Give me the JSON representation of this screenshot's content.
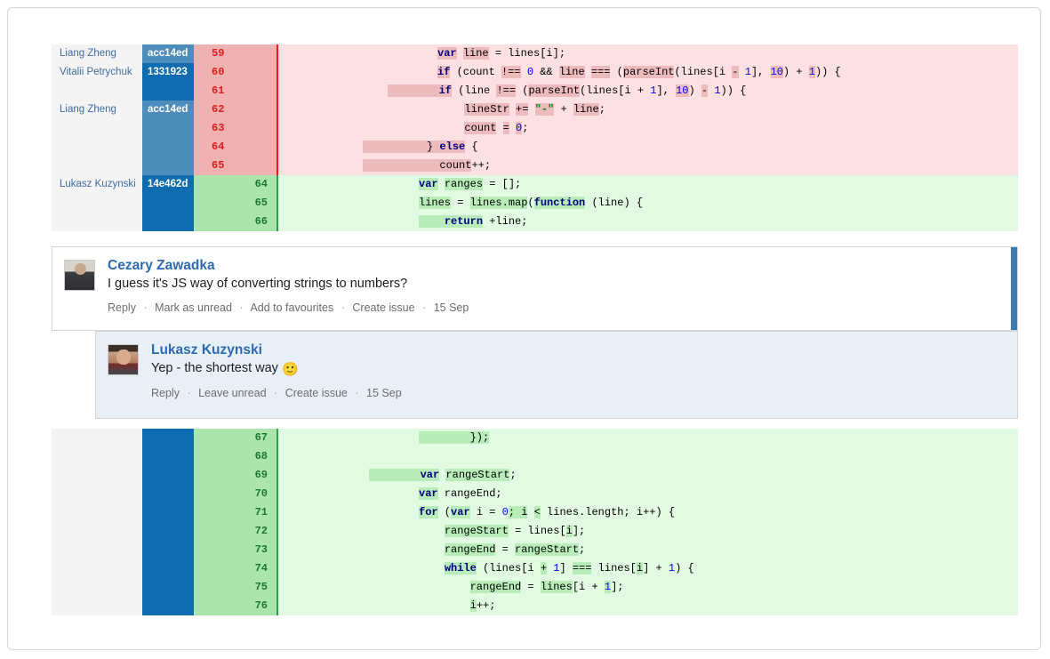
{
  "diff_top": {
    "rows": [
      {
        "author": "Liang Zheng",
        "hash": "acc14ed",
        "hash_shade": "light",
        "line": "59",
        "type": "del",
        "tokens": [
          {
            "t": "var",
            "c": "kw",
            "hl": true
          },
          {
            "t": " ",
            "c": "",
            "hl": false
          },
          {
            "t": "line",
            "c": "",
            "hl": true
          },
          {
            "t": " = lines[i];",
            "c": "",
            "hl": false
          }
        ],
        "indent": 25
      },
      {
        "author": "Vitalii Petrychuk",
        "hash": "1331923",
        "hash_shade": "dark",
        "line": "60",
        "type": "del",
        "tokens": [
          {
            "t": "if",
            "c": "kw",
            "hl": true
          },
          {
            "t": " (count ",
            "c": "",
            "hl": false
          },
          {
            "t": "!==",
            "c": "",
            "hl": true
          },
          {
            "t": " ",
            "c": "",
            "hl": false
          },
          {
            "t": "0",
            "c": "num",
            "hl": false
          },
          {
            "t": " && ",
            "c": "",
            "hl": false
          },
          {
            "t": "line",
            "c": "",
            "hl": true
          },
          {
            "t": " ",
            "c": "",
            "hl": false
          },
          {
            "t": "===",
            "c": "",
            "hl": true
          },
          {
            "t": " (",
            "c": "",
            "hl": false
          },
          {
            "t": "parseInt",
            "c": "",
            "hl": true
          },
          {
            "t": "(lines[i ",
            "c": "",
            "hl": false
          },
          {
            "t": "-",
            "c": "",
            "hl": true
          },
          {
            "t": " ",
            "c": "",
            "hl": false
          },
          {
            "t": "1",
            "c": "num",
            "hl": false
          },
          {
            "t": "], ",
            "c": "",
            "hl": false
          },
          {
            "t": "10",
            "c": "num",
            "hl": true
          },
          {
            "t": ") + ",
            "c": "",
            "hl": false
          },
          {
            "t": "1",
            "c": "num",
            "hl": true
          },
          {
            "t": ")) {",
            "c": "",
            "hl": false
          }
        ],
        "indent": 25
      },
      {
        "author": "",
        "hash": "",
        "hash_shade": "light",
        "line": "61",
        "type": "del",
        "tokens": [
          {
            "t": "        ",
            "c": "",
            "hl": true
          },
          {
            "t": "if",
            "c": "kw",
            "hl": true
          },
          {
            "t": " (line ",
            "c": "",
            "hl": false
          },
          {
            "t": "!==",
            "c": "",
            "hl": true
          },
          {
            "t": " (",
            "c": "",
            "hl": false
          },
          {
            "t": "parseInt",
            "c": "",
            "hl": true
          },
          {
            "t": "(lines[i + ",
            "c": "",
            "hl": false
          },
          {
            "t": "1",
            "c": "num",
            "hl": false
          },
          {
            "t": "], ",
            "c": "",
            "hl": false
          },
          {
            "t": "10",
            "c": "num",
            "hl": true
          },
          {
            "t": ") ",
            "c": "",
            "hl": false
          },
          {
            "t": "-",
            "c": "",
            "hl": true
          },
          {
            "t": " ",
            "c": "",
            "hl": false
          },
          {
            "t": "1",
            "c": "num",
            "hl": false
          },
          {
            "t": ")) {",
            "c": "",
            "hl": false
          }
        ],
        "indent": 17
      },
      {
        "author": "Liang Zheng",
        "hash": "acc14ed",
        "hash_shade": "light",
        "line": "62",
        "type": "del",
        "tokens": [
          {
            "t": "            ",
            "c": "",
            "hl": false
          },
          {
            "t": "lineStr",
            "c": "",
            "hl": true
          },
          {
            "t": " ",
            "c": "",
            "hl": false
          },
          {
            "t": "+=",
            "c": "",
            "hl": true
          },
          {
            "t": " ",
            "c": "",
            "hl": false
          },
          {
            "t": "\"-\"",
            "c": "str",
            "hl": true
          },
          {
            "t": " + ",
            "c": "",
            "hl": false
          },
          {
            "t": "line",
            "c": "",
            "hl": true
          },
          {
            "t": ";",
            "c": "",
            "hl": false
          }
        ],
        "indent": 17
      },
      {
        "author": "",
        "hash": "",
        "hash_shade": "light",
        "line": "63",
        "type": "del",
        "tokens": [
          {
            "t": "            ",
            "c": "",
            "hl": false
          },
          {
            "t": "count",
            "c": "",
            "hl": true
          },
          {
            "t": " ",
            "c": "",
            "hl": false
          },
          {
            "t": "=",
            "c": "",
            "hl": true
          },
          {
            "t": " ",
            "c": "",
            "hl": false
          },
          {
            "t": "0",
            "c": "num",
            "hl": true
          },
          {
            "t": ";",
            "c": "",
            "hl": false
          }
        ],
        "indent": 17
      },
      {
        "author": "",
        "hash": "",
        "hash_shade": "light",
        "line": "64",
        "type": "del",
        "tokens": [
          {
            "t": "          ",
            "c": "",
            "hl": true
          },
          {
            "t": "} ",
            "c": "",
            "hl": true
          },
          {
            "t": "else",
            "c": "kw",
            "hl": true
          },
          {
            "t": " {",
            "c": "",
            "hl": false
          }
        ],
        "indent": 13
      },
      {
        "author": "",
        "hash": "",
        "hash_shade": "light",
        "line": "65",
        "type": "del",
        "tokens": [
          {
            "t": "            ",
            "c": "",
            "hl": true
          },
          {
            "t": "count",
            "c": "",
            "hl": true
          },
          {
            "t": "++;",
            "c": "",
            "hl": false
          }
        ],
        "indent": 13
      },
      {
        "author": "Lukasz Kuzynski",
        "hash": "14e462d",
        "hash_shade": "dark",
        "line": "64",
        "type": "add",
        "tokens": [
          {
            "t": "var",
            "c": "kw",
            "hl": true
          },
          {
            "t": " ",
            "c": "",
            "hl": false
          },
          {
            "t": "ranges",
            "c": "",
            "hl": true
          },
          {
            "t": " = [];",
            "c": "",
            "hl": false
          }
        ],
        "indent": 22
      },
      {
        "author": "",
        "hash": "",
        "hash_shade": "dark",
        "line": "65",
        "type": "add",
        "tokens": [
          {
            "t": "lines",
            "c": "",
            "hl": true
          },
          {
            "t": " = ",
            "c": "",
            "hl": false
          },
          {
            "t": "lines.map",
            "c": "",
            "hl": true
          },
          {
            "t": "(",
            "c": "",
            "hl": false
          },
          {
            "t": "function",
            "c": "kw",
            "hl": true
          },
          {
            "t": " (line) {",
            "c": "",
            "hl": false
          }
        ],
        "indent": 22
      },
      {
        "author": "",
        "hash": "",
        "hash_shade": "dark",
        "line": "66",
        "type": "add",
        "tokens": [
          {
            "t": "    ",
            "c": "",
            "hl": true
          },
          {
            "t": "return",
            "c": "kw",
            "hl": true
          },
          {
            "t": " +line;",
            "c": "",
            "hl": false
          }
        ],
        "indent": 22
      }
    ]
  },
  "comments": [
    {
      "author": "Cezary Zawadka",
      "text": "I guess it's JS way of converting strings to numbers?",
      "emoji": "",
      "actions": [
        "Reply",
        "Mark as unread",
        "Add to favourites",
        "Create issue"
      ],
      "date": "15 Sep",
      "unread": true
    },
    {
      "author": "Lukasz Kuzynski",
      "text": "Yep - the shortest way ",
      "emoji": "🙂",
      "actions": [
        "Reply",
        "Leave unread",
        "Create issue"
      ],
      "date": "15 Sep",
      "unread": false
    }
  ],
  "diff_bottom": {
    "rows": [
      {
        "author": "",
        "hash": "",
        "line": "67",
        "type": "add",
        "tokens": [
          {
            "t": "        ",
            "c": "",
            "hl": true
          },
          {
            "t": "});",
            "c": "",
            "hl": true
          }
        ],
        "indent": 22
      },
      {
        "author": "",
        "hash": "",
        "line": "68",
        "type": "add",
        "tokens": [
          {
            "t": "",
            "c": "",
            "hl": false
          }
        ],
        "indent": 22
      },
      {
        "author": "",
        "hash": "",
        "line": "69",
        "type": "add",
        "tokens": [
          {
            "t": "        ",
            "c": "",
            "hl": true
          },
          {
            "t": "var",
            "c": "kw",
            "hl": true
          },
          {
            "t": " ",
            "c": "",
            "hl": false
          },
          {
            "t": "rangeStart",
            "c": "",
            "hl": true
          },
          {
            "t": ";",
            "c": "",
            "hl": false
          }
        ],
        "indent": 14
      },
      {
        "author": "",
        "hash": "",
        "line": "70",
        "type": "add",
        "tokens": [
          {
            "t": "var",
            "c": "kw",
            "hl": true
          },
          {
            "t": " rangeEnd;",
            "c": "",
            "hl": false
          }
        ],
        "indent": 22
      },
      {
        "author": "",
        "hash": "",
        "line": "71",
        "type": "add",
        "tokens": [
          {
            "t": "for",
            "c": "kw",
            "hl": true
          },
          {
            "t": " (",
            "c": "",
            "hl": false
          },
          {
            "t": "var",
            "c": "kw",
            "hl": true
          },
          {
            "t": " i = ",
            "c": "",
            "hl": false
          },
          {
            "t": "0",
            "c": "num",
            "hl": false
          },
          {
            "t": "; ",
            "c": "",
            "hl": true
          },
          {
            "t": "i",
            "c": "",
            "hl": true
          },
          {
            "t": " ",
            "c": "",
            "hl": false
          },
          {
            "t": "<",
            "c": "",
            "hl": true
          },
          {
            "t": " lines.length; i++) {",
            "c": "",
            "hl": false
          }
        ],
        "indent": 22
      },
      {
        "author": "",
        "hash": "",
        "line": "72",
        "type": "add",
        "tokens": [
          {
            "t": "    ",
            "c": "",
            "hl": false
          },
          {
            "t": "rangeStart",
            "c": "",
            "hl": true
          },
          {
            "t": " = lines[",
            "c": "",
            "hl": false
          },
          {
            "t": "i",
            "c": "",
            "hl": true
          },
          {
            "t": "];",
            "c": "",
            "hl": false
          }
        ],
        "indent": 22
      },
      {
        "author": "",
        "hash": "",
        "line": "73",
        "type": "add",
        "tokens": [
          {
            "t": "    ",
            "c": "",
            "hl": false
          },
          {
            "t": "rangeEnd",
            "c": "",
            "hl": true
          },
          {
            "t": " = ",
            "c": "",
            "hl": false
          },
          {
            "t": "rangeStart",
            "c": "",
            "hl": true
          },
          {
            "t": ";",
            "c": "",
            "hl": false
          }
        ],
        "indent": 22
      },
      {
        "author": "",
        "hash": "",
        "line": "74",
        "type": "add",
        "tokens": [
          {
            "t": "    ",
            "c": "",
            "hl": false
          },
          {
            "t": "while",
            "c": "kw",
            "hl": true
          },
          {
            "t": " (lines[i ",
            "c": "",
            "hl": false
          },
          {
            "t": "+",
            "c": "",
            "hl": true
          },
          {
            "t": " ",
            "c": "",
            "hl": false
          },
          {
            "t": "1",
            "c": "num",
            "hl": false
          },
          {
            "t": "] ",
            "c": "",
            "hl": false
          },
          {
            "t": "===",
            "c": "",
            "hl": true
          },
          {
            "t": " lines[",
            "c": "",
            "hl": false
          },
          {
            "t": "i",
            "c": "",
            "hl": true
          },
          {
            "t": "] + ",
            "c": "",
            "hl": false
          },
          {
            "t": "1",
            "c": "num",
            "hl": false
          },
          {
            "t": ") {",
            "c": "",
            "hl": false
          }
        ],
        "indent": 22
      },
      {
        "author": "",
        "hash": "",
        "line": "75",
        "type": "add",
        "tokens": [
          {
            "t": "        ",
            "c": "",
            "hl": false
          },
          {
            "t": "rangeEnd",
            "c": "",
            "hl": true
          },
          {
            "t": " = ",
            "c": "",
            "hl": false
          },
          {
            "t": "lines",
            "c": "",
            "hl": true
          },
          {
            "t": "[i + ",
            "c": "",
            "hl": false
          },
          {
            "t": "1",
            "c": "num",
            "hl": true
          },
          {
            "t": "];",
            "c": "",
            "hl": false
          }
        ],
        "indent": 22
      },
      {
        "author": "",
        "hash": "",
        "line": "76",
        "type": "add",
        "tokens": [
          {
            "t": "        ",
            "c": "",
            "hl": false
          },
          {
            "t": "i",
            "c": "",
            "hl": true
          },
          {
            "t": "++;",
            "c": "",
            "hl": false
          }
        ],
        "indent": 22
      }
    ]
  },
  "colors": {
    "del_bg": "#fce0e2",
    "del_gutter": "#efb1b1",
    "del_border": "#ff1212",
    "add_bg": "#e1fae1",
    "add_gutter": "#abe5ab",
    "add_border": "#2aa44a",
    "hash_light": "#4e8cbc",
    "hash_dark": "#0f6cb0",
    "author_link": "#2a6bb5",
    "unread_bar": "#3a79b2",
    "reply_bg": "#e8eff7"
  }
}
